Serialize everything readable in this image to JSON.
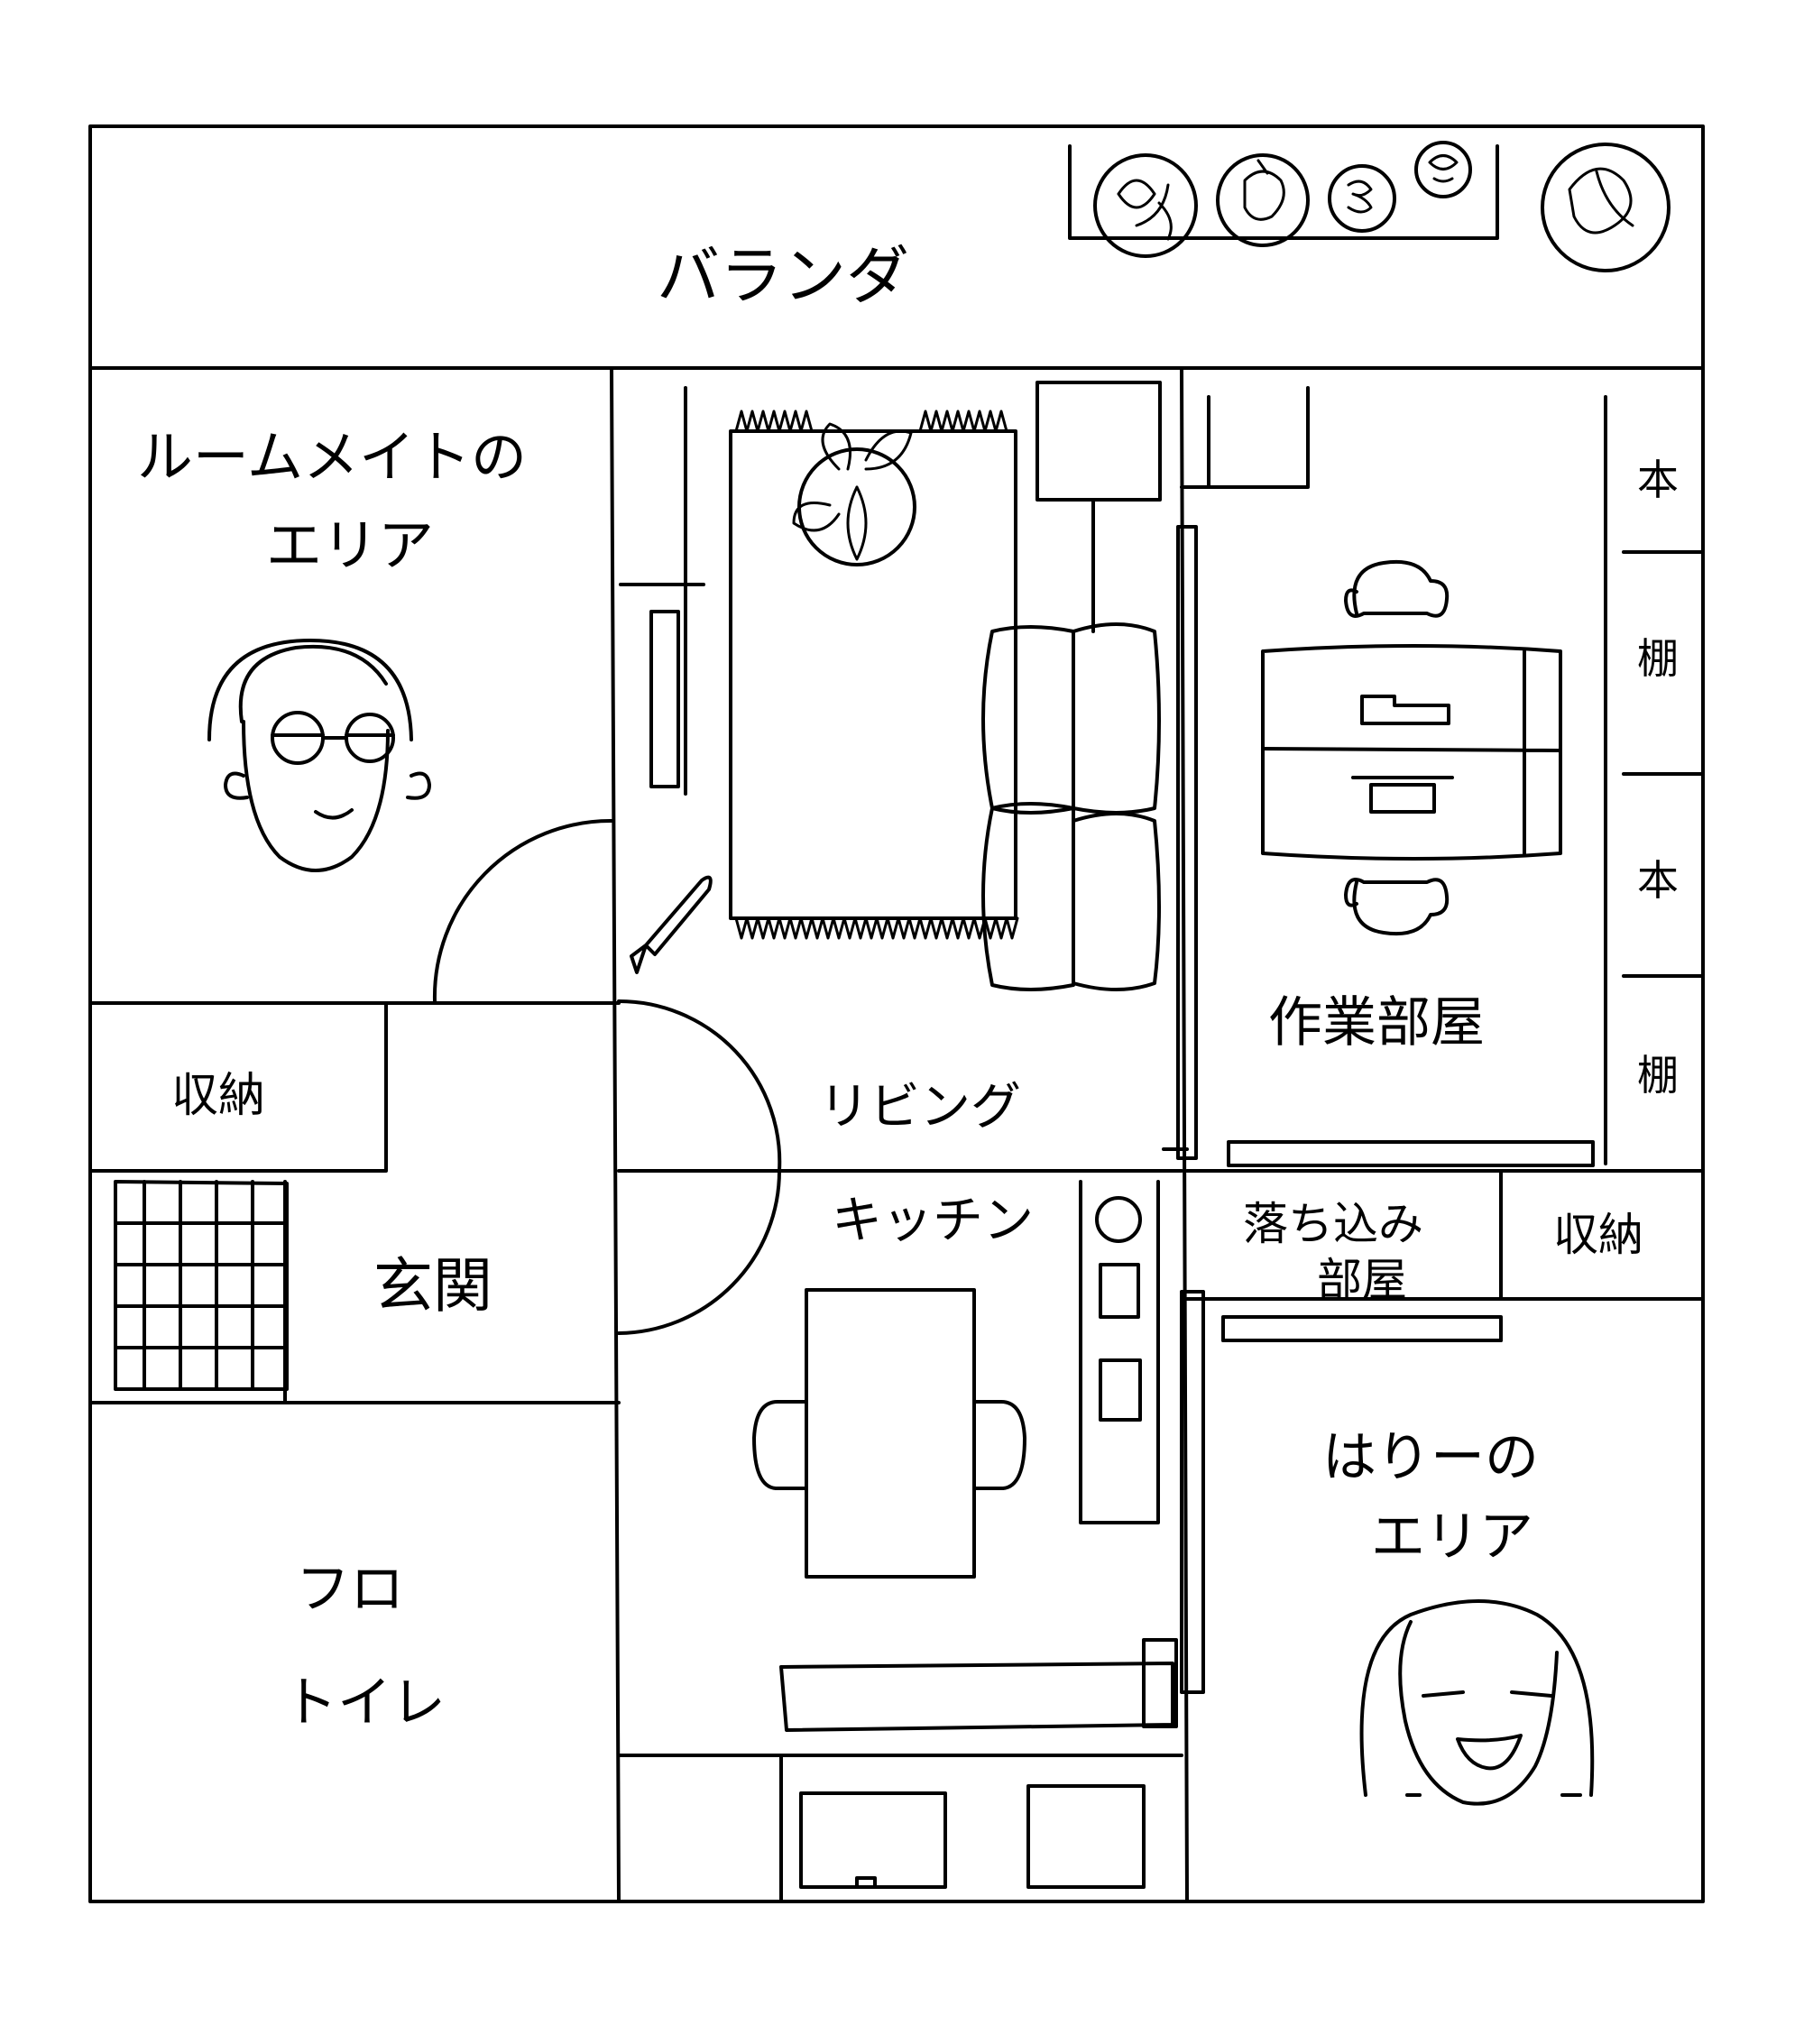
{
  "rooms": {
    "veranda": "バランダ",
    "roommate_area_1": "ルームメイトの",
    "roommate_area_2": "エリア",
    "living": "リビング",
    "workroom": "作業部屋",
    "bookshelf_1": "本",
    "bookshelf_2": "棚",
    "bookshelf_3": "本",
    "bookshelf_4": "棚",
    "storage_left": "収納",
    "entrance": "玄関",
    "kitchen": "キッチン",
    "sunken_room_1": "落ち込み",
    "sunken_room_2": "部屋",
    "storage_right": "収納",
    "harry_area_1": "はりーの",
    "harry_area_2": "エリア",
    "bath": "フロ",
    "toilet": "トイレ"
  },
  "colors": {
    "ink": "#000000",
    "paper": "#ffffff"
  }
}
